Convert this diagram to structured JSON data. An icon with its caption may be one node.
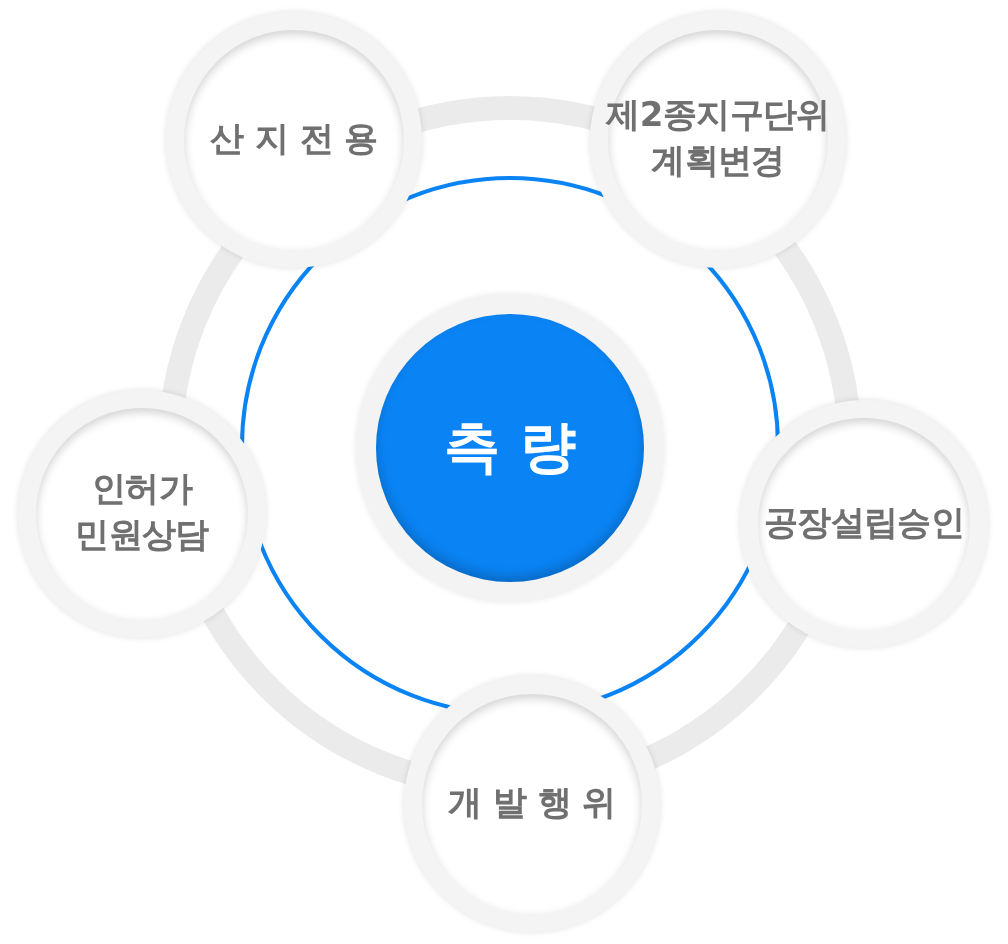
{
  "diagram": {
    "nodes": [
      {
        "text": [
          "측 량"
        ]
      },
      {
        "text": [
          "산 지 전 용"
        ]
      },
      {
        "text": [
          "제2종지구단위 계획변경"
        ]
      },
      {
        "text": [
          "공장설립승인"
        ]
      },
      {
        "text": [
          "개 발 행 위"
        ]
      },
      {
        "text": [
          "인허가 민원상담"
        ]
      }
    ]
  }
}
